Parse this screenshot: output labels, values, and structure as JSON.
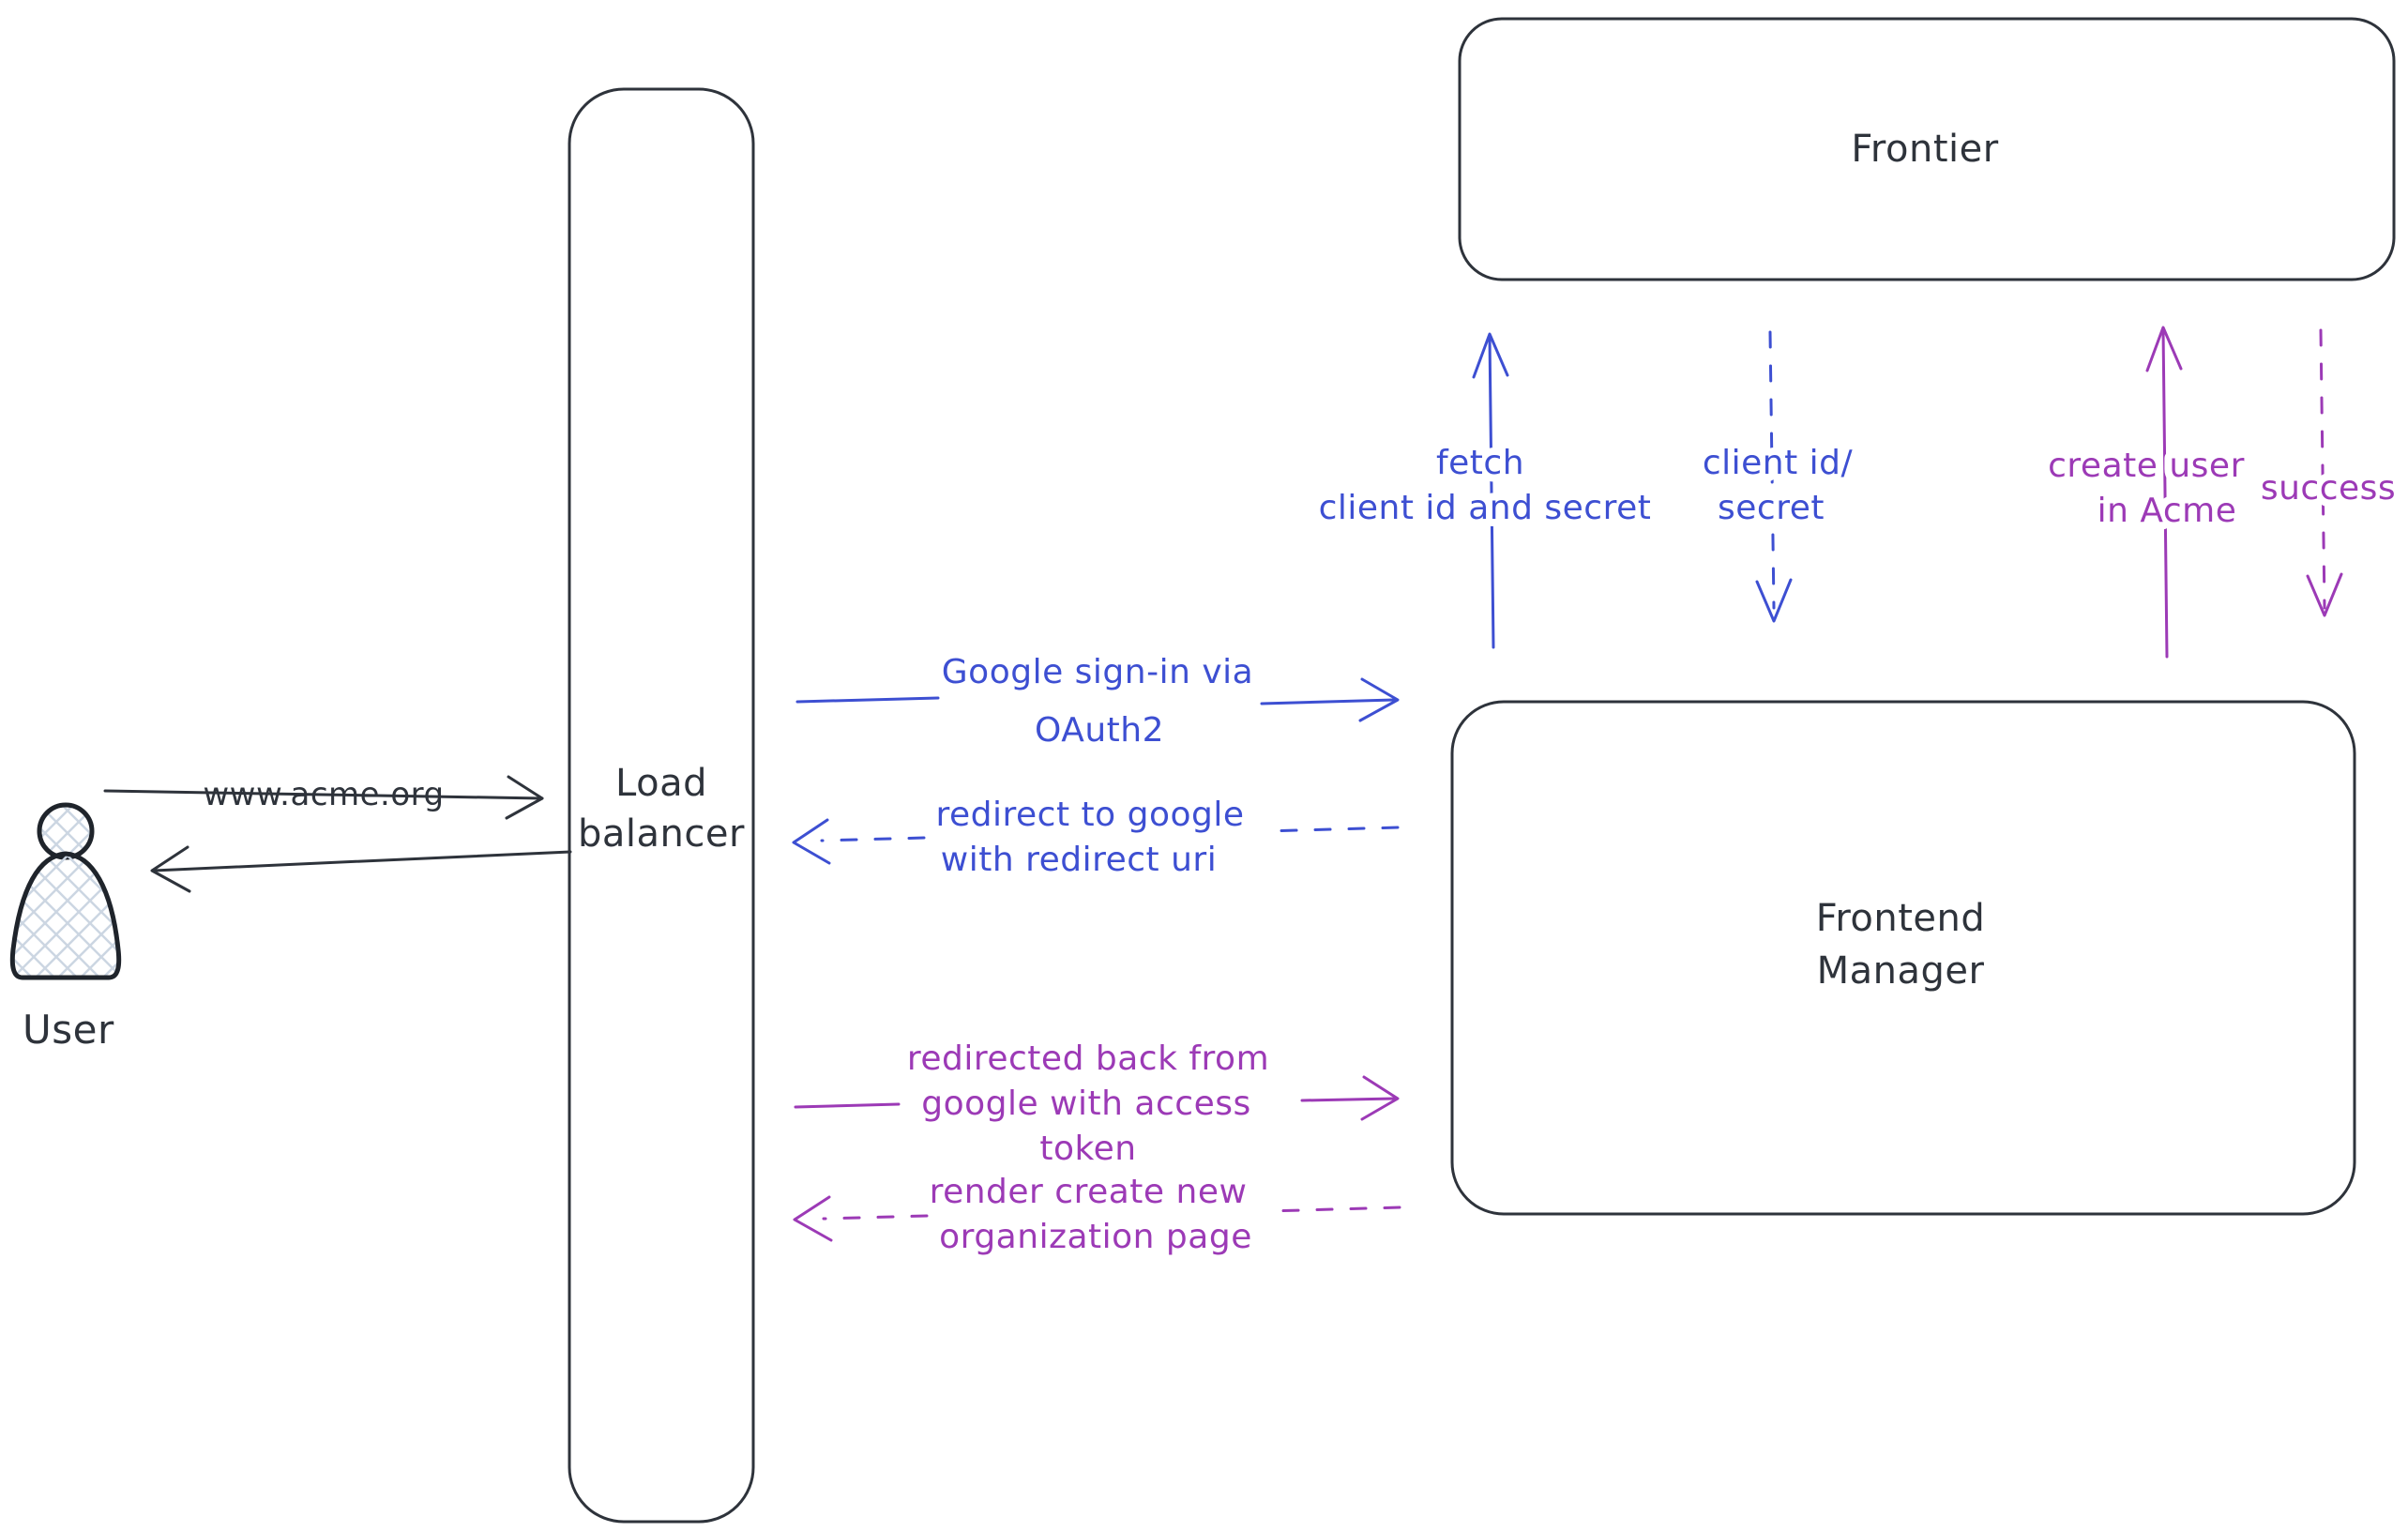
{
  "colors": {
    "ink": "#2e333b",
    "blue": "#3d4fd2",
    "purple": "#9c3ab6",
    "user_hatch": "#ccd6e2",
    "background": "#ffffff"
  },
  "nodes": {
    "user": {
      "label": "User"
    },
    "load_balancer": {
      "line1": "Load",
      "line2": "balancer"
    },
    "frontier": {
      "label": "Frontier"
    },
    "frontend_manager": {
      "line1": "Frontend",
      "line2": "Manager"
    }
  },
  "edges": {
    "acme_request": {
      "label": "www.acme.org",
      "from": "user",
      "to": "load_balancer",
      "style": "solid",
      "color": "ink"
    },
    "acme_response": {
      "from": "load_balancer",
      "to": "user",
      "style": "solid",
      "color": "ink"
    },
    "google_signin": {
      "line1": "Google sign-in via",
      "line2": "OAuth2",
      "from": "load_balancer",
      "to": "frontend_manager",
      "style": "solid",
      "color": "blue"
    },
    "redirect_to_google": {
      "line1": "redirect to google",
      "line2": "with redirect uri",
      "from": "frontend_manager",
      "to": "load_balancer",
      "style": "dashed",
      "color": "blue"
    },
    "fetch_client_id": {
      "line1": "fetch",
      "line2": "client id and secret",
      "from": "frontend_manager",
      "to": "frontier",
      "style": "solid",
      "color": "blue"
    },
    "client_id_secret": {
      "line1": "client id/",
      "line2": "secret",
      "from": "frontier",
      "to": "frontend_manager",
      "style": "dashed",
      "color": "blue"
    },
    "redirected_back": {
      "line1": "redirected back from",
      "line2": "google with access",
      "line3": "token",
      "from": "load_balancer",
      "to": "frontend_manager",
      "style": "solid",
      "color": "purple"
    },
    "render_new_org": {
      "line1": "render create new",
      "line2": "organization page",
      "from": "frontend_manager",
      "to": "load_balancer",
      "style": "dashed",
      "color": "purple"
    },
    "create_user": {
      "line1": "create user",
      "line2": "in Acme",
      "from": "frontend_manager",
      "to": "frontier",
      "style": "solid",
      "color": "purple"
    },
    "success": {
      "label": "success",
      "from": "frontier",
      "to": "frontend_manager",
      "style": "dashed",
      "color": "purple"
    }
  }
}
